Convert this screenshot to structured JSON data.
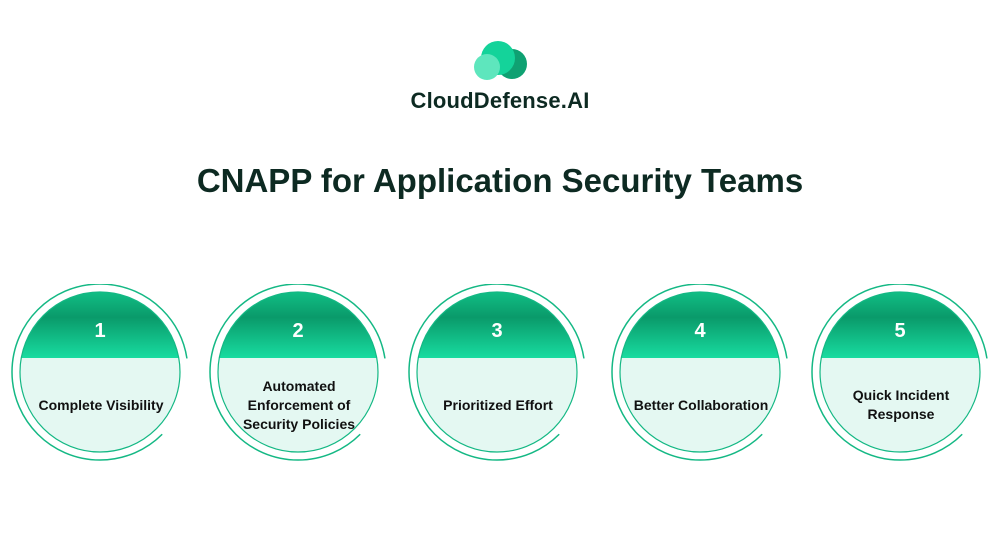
{
  "brand": "CloudDefense.AI",
  "title": "CNAPP for Application Security Teams",
  "items": [
    {
      "number": "1",
      "label": "Complete Visibility"
    },
    {
      "number": "2",
      "label": "Automated Enforcement of Security Policies"
    },
    {
      "number": "3",
      "label": "Prioritized Effort"
    },
    {
      "number": "4",
      "label": "Better Collaboration"
    },
    {
      "number": "5",
      "label": "Quick Incident Response"
    }
  ],
  "colors": {
    "green": "#12c98d",
    "dark_green": "#0a9a6a",
    "light": "#e4f8f2",
    "text": "#0d2a22"
  }
}
